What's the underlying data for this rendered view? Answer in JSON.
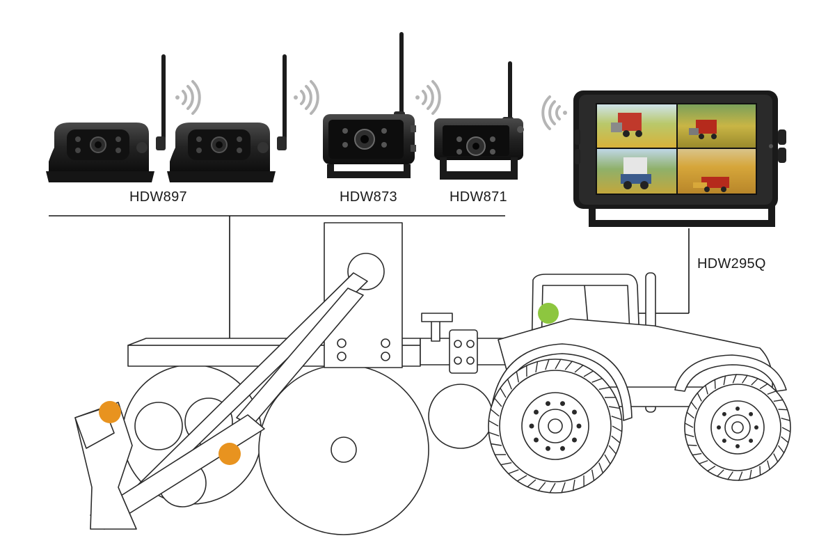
{
  "diagram": {
    "cameras": [
      {
        "id": "cam1",
        "model": "HDW897"
      },
      {
        "id": "cam2",
        "model": "HDW873"
      },
      {
        "id": "cam3",
        "model": "HDW871"
      }
    ],
    "monitor": {
      "model": "HDW295Q"
    },
    "mount_markers": [
      {
        "name": "rear-left",
        "color": "#e8931f"
      },
      {
        "name": "rear-center",
        "color": "#e8931f"
      },
      {
        "name": "cab",
        "color": "#8dc63f"
      }
    ],
    "line_color": "#111111",
    "wifi_color": "#b5b5b5"
  }
}
